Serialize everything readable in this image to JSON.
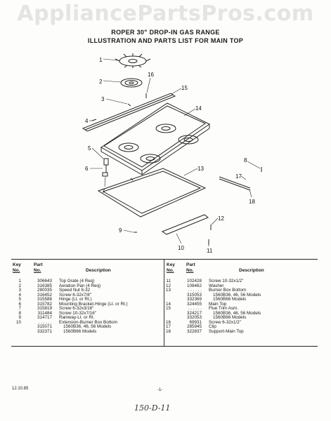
{
  "watermark": "AppliancePartsPros.com",
  "title_line1": "ROPER 30\" DROP-IN GAS RANGE",
  "title_line2": "ILLUSTRATION AND PARTS LIST FOR MAIN TOP",
  "callouts": [
    "1",
    "2",
    "16",
    "3",
    "15",
    "14",
    "4",
    "5",
    "6",
    "7",
    "8",
    "13",
    "17",
    "18",
    "12",
    "9",
    "10",
    "11"
  ],
  "table": {
    "headers": {
      "key_l1": "Key",
      "key_l2": "No.",
      "part_l1": "Part",
      "part_l2": "No.",
      "description": "Description"
    },
    "left_rows": [
      {
        "key": "1",
        "part": "306643",
        "desc": "Top Grate (4 Req)"
      },
      {
        "key": "2",
        "part": "316385",
        "desc": "Aeration Pan (4 Req)"
      },
      {
        "key": "3",
        "part": "280035",
        "desc": "Speed Nut 6-32"
      },
      {
        "key": "4",
        "part": "316452",
        "desc": "Screw 6-32x7/8\""
      },
      {
        "key": "5",
        "part": "315588",
        "desc": "Hinge (Lt. or Rt.)"
      },
      {
        "key": "6",
        "part": "315782",
        "desc": "Mounting Bracket-Hinge (Lt. or Rt.)"
      },
      {
        "key": "7",
        "part": "315819",
        "desc": "Screw 6-32x3/16\""
      },
      {
        "key": "8",
        "part": "311484",
        "desc": "Screw 10-32x7/16\""
      },
      {
        "key": "9",
        "part": "314717",
        "desc": "Rainway-Lt. or Rt."
      },
      {
        "key": "10",
        "part": ". . . . . .",
        "desc": "Extension-Burner Box Bottom"
      },
      {
        "key": "",
        "part": "315071",
        "desc": "1560B36, 46, 56 Models",
        "sub": true
      },
      {
        "key": "",
        "part": "332371",
        "desc": "1560B66 Models",
        "sub": true
      }
    ],
    "right_rows": [
      {
        "key": "11",
        "part": "102428",
        "desc": "Screw 10-32x1/2\""
      },
      {
        "key": "12",
        "part": "108462",
        "desc": "Washer"
      },
      {
        "key": "13",
        "part": ". . . . . .",
        "desc": "Burner Box Bottom"
      },
      {
        "key": "",
        "part": "315053",
        "desc": "1560B36, 46, 56 Models",
        "sub": true
      },
      {
        "key": "",
        "part": "332369",
        "desc": "1560B66 Models",
        "sub": true
      },
      {
        "key": "14",
        "part": "324455",
        "desc": "Main Top"
      },
      {
        "key": "15",
        "part": ". . . . . .",
        "desc": "Flue Trim Asm."
      },
      {
        "key": "",
        "part": "324217",
        "desc": "1560B36, 46, 56 Models",
        "sub": true
      },
      {
        "key": "",
        "part": "332053",
        "desc": "1560B66 Models",
        "sub": true
      },
      {
        "key": "16",
        "part": "69931",
        "desc": "Screw 6-32x1/2\""
      },
      {
        "key": "17",
        "part": "285945",
        "desc": "Clip"
      },
      {
        "key": "18",
        "part": "322837",
        "desc": "Support-Main Top"
      }
    ]
  },
  "footer": {
    "date": "12.10.85",
    "page": "-1-",
    "handwritten": "150-D-11"
  }
}
